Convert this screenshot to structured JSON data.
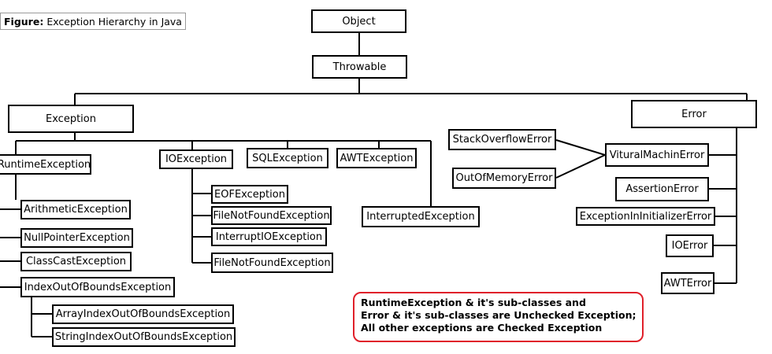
{
  "caption": {
    "label": "Figure:",
    "text": "Exception Hierarchy in Java"
  },
  "nodes": {
    "object": "Object",
    "throwable": "Throwable",
    "exception": "Exception",
    "error": "Error",
    "runtime": "RuntimeException",
    "ioexception": "IOException",
    "sqlexception": "SQLException",
    "awtexception": "AWTException",
    "interrupted": "InterruptedException",
    "arithmetic": "ArithmeticException",
    "nullpointer": "NullPointerException",
    "classcast": "ClassCastException",
    "indexbounds": "IndexOutOfBoundsException",
    "arrayindex": "ArrayIndexOutOfBoundsException",
    "stringindex": "StringIndexOutOfBoundsException",
    "eof": "EOFException",
    "filenotfound1": "FileNotFoundException",
    "interruptio": "InterruptIOException",
    "filenotfound2": "FileNotFoundException",
    "stackoverflow": "StackOverflowError",
    "outofmemory": "OutOfMemoryError",
    "vm": "VituralMachinError",
    "assertion": "AssertionError",
    "initializer": "ExceptionInInitializerError",
    "ioerror": "IOError",
    "awterror": "AWTError"
  },
  "note": {
    "line1": "RuntimeException & it's sub-classes and",
    "line2": "Error & it's sub-classes are Unchecked Exception;",
    "line3": "All other exceptions are Checked Exception"
  },
  "colors": {
    "line": "#000000",
    "note_border": "#e0202a",
    "caption_border": "#9a9a9a"
  }
}
